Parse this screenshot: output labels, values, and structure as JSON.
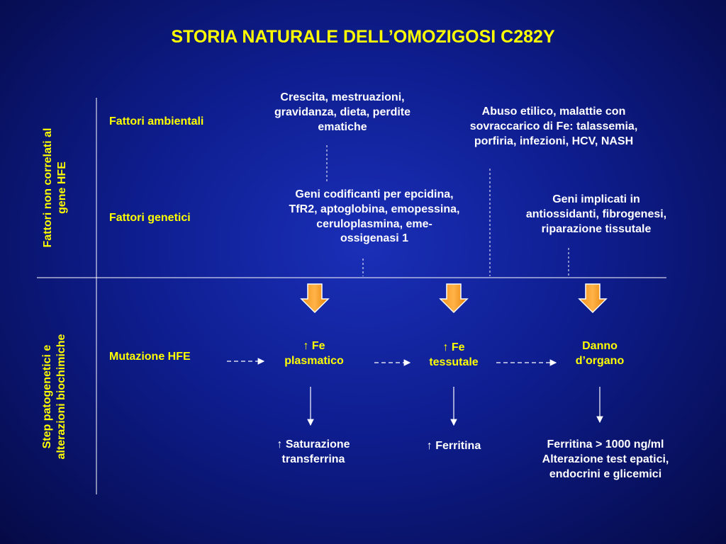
{
  "title": "STORIA NATURALE DELL’OMOZIGOSI C282Y",
  "axis_labels": {
    "top": [
      "Fattori non correlati al",
      "gene HFE"
    ],
    "bottom": [
      "Step patogenetici e",
      "alterazioni biochimiche"
    ]
  },
  "rows": {
    "environmental": "Fattori ambientali",
    "genetic": "Fattori genetici",
    "mutation": "Mutazione HFE"
  },
  "factors": {
    "env1": [
      "Crescita, mestruazioni,",
      "gravidanza, dieta, perdite",
      "ematiche"
    ],
    "env2": [
      "Abuso etilico, malattie con",
      "sovraccarico di Fe: talassemia,",
      "porfiria, infezioni, HCV, NASH"
    ],
    "gen1": [
      "Geni codificanti per epcidina,",
      "TfR2, aptoglobina, emopessina,",
      "ceruloplasmina, eme-",
      "ossigenasi 1"
    ],
    "gen2": [
      "Geni implicati in",
      "antiossidanti, fibrogenesi,",
      "riparazione tissutale"
    ]
  },
  "steps": {
    "step1": [
      "↑ Fe",
      "plasmatico"
    ],
    "step2": [
      "↑ Fe",
      "tessutale"
    ],
    "step3": [
      "Danno",
      "d’organo"
    ]
  },
  "markers": {
    "m1": [
      "↑ Saturazione",
      "transferrina"
    ],
    "m2": [
      "↑ Ferritina"
    ],
    "m3": [
      "Ferritina > 1000 ng/ml",
      "Alterazione test epatici,",
      "endocrini e glicemici"
    ]
  },
  "colors": {
    "title": "#ffff00",
    "arrow_fill": "#f7931e",
    "arrow_stroke": "#ffffff",
    "lines": "#ffffff"
  }
}
